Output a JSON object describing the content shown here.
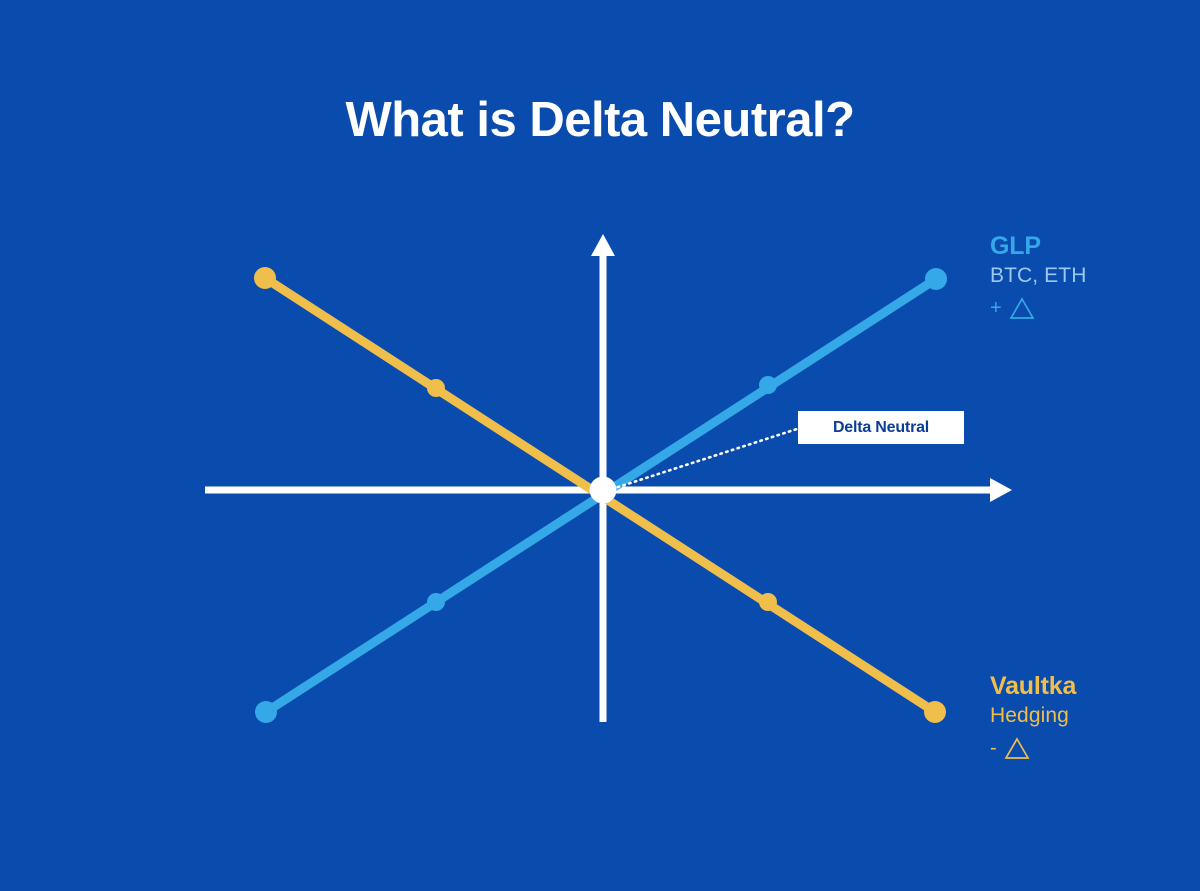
{
  "title": "What is Delta Neutral?",
  "colors": {
    "background": "#0a4bae",
    "axis": "#ffffff",
    "glp_line": "#35a8e8",
    "vaultka_line": "#f0be4b",
    "callout_bg": "#ffffff",
    "callout_text": "#0b3f96",
    "glp_sub_text": "#9cc8ee"
  },
  "callout": {
    "label": "Delta Neutral"
  },
  "legends": {
    "glp": {
      "title": "GLP",
      "subtitle": "BTC, ETH",
      "sign": "+",
      "delta_symbol": "triangle-outline-icon"
    },
    "vaultka": {
      "title": "Vaultka",
      "subtitle": "Hedging",
      "sign": "-",
      "delta_symbol": "triangle-outline-icon"
    }
  },
  "chart_data": {
    "type": "line",
    "title": "What is Delta Neutral?",
    "xlabel": "",
    "ylabel": "",
    "grid": false,
    "legend_position": "right",
    "axes": {
      "origin": [
        603,
        490
      ],
      "x_axis": {
        "from": [
          205,
          490
        ],
        "to": [
          1010,
          490
        ],
        "arrow": "right"
      },
      "y_axis": {
        "from": [
          603,
          722
        ],
        "to": [
          603,
          235
        ],
        "arrow": "up"
      },
      "xlim": [
        -1,
        1
      ],
      "ylim": [
        -1,
        1
      ]
    },
    "annotations": [
      {
        "text": "Delta Neutral",
        "points_to": [
          603,
          490
        ],
        "style": "dotted-leader"
      }
    ],
    "series": [
      {
        "name": "GLP",
        "color": "#35a8e8",
        "slope": "positive",
        "x": [
          -1,
          -0.5,
          0,
          0.5,
          1
        ],
        "y": [
          -1,
          -0.5,
          0,
          0.5,
          1
        ],
        "markers": [
          [
            266,
            712
          ],
          [
            436,
            602
          ],
          [
            603,
            490
          ],
          [
            768,
            385
          ],
          [
            936,
            279
          ]
        ]
      },
      {
        "name": "Vaultka",
        "color": "#f0be4b",
        "slope": "negative",
        "x": [
          -1,
          -0.5,
          0,
          0.5,
          1
        ],
        "y": [
          1,
          0.5,
          0,
          -0.5,
          -1
        ],
        "markers": [
          [
            265,
            278
          ],
          [
            436,
            388
          ],
          [
            603,
            490
          ],
          [
            768,
            602
          ],
          [
            935,
            712
          ]
        ]
      }
    ],
    "intersection": {
      "label": "Delta Neutral",
      "point": [
        603,
        490
      ]
    }
  }
}
